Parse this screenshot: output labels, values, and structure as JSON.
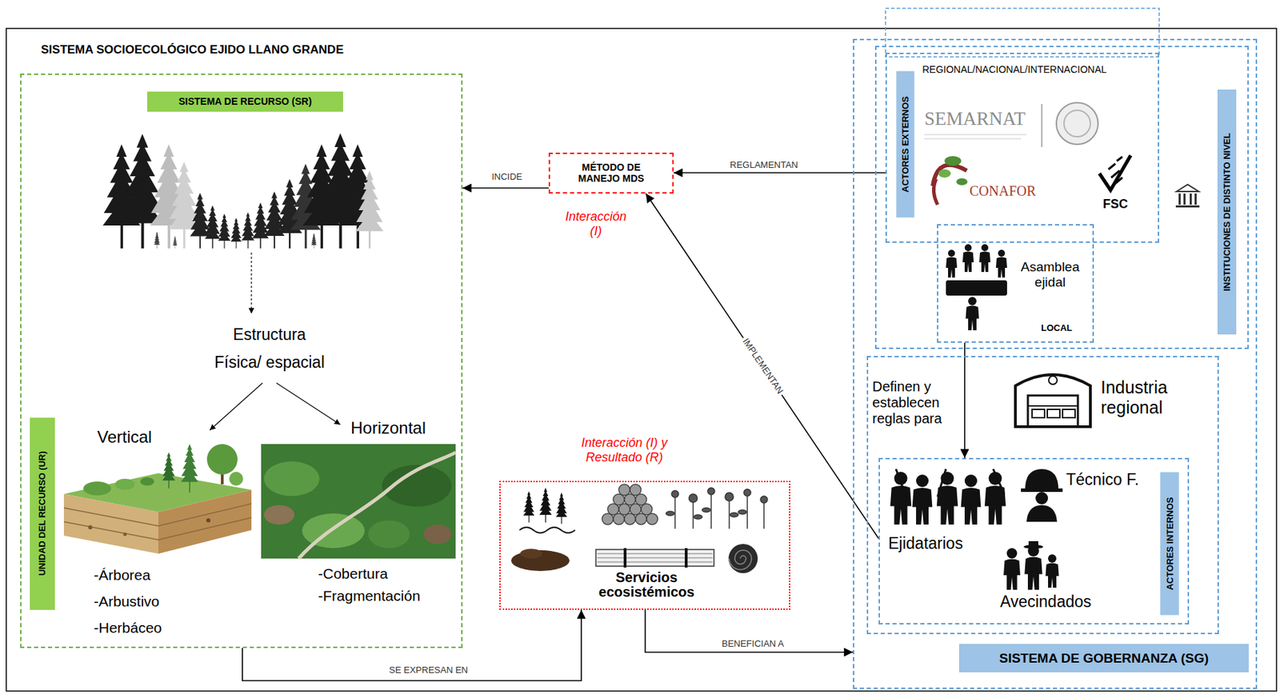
{
  "diagram": {
    "title": "SISTEMA SOCIOECOLÓGICO EJIDO LLANO GRANDE",
    "nodes": [
      {
        "text": [
          "SISTEMA DE RECURSO (SR)"
        ]
      },
      {
        "text": [
          "UNIDAD DEL RECURSO (UR)"
        ],
        "in": 0
      },
      {
        "text": [
          "MÉTODO DE MANEJO MDS",
          "Interacción (I)"
        ]
      },
      {
        "text": [
          "Interacción (I) y Resultado (R)",
          "Servicios ecosistémicos"
        ]
      },
      {
        "text": [
          "SISTEMA DE GOBERNANZA (SG)"
        ]
      },
      {
        "text": [
          "INSTITUCIONES DE DISTINTO NIVEL"
        ],
        "in": 4
      },
      {
        "text": [
          "ACTORES EXTERNOS",
          "REGIONAL/NACIONAL/INTERNACIONAL"
        ],
        "in": 5
      },
      {
        "text": [
          "Asamblea ejidal",
          "LOCAL"
        ],
        "in": 5
      },
      {
        "text": [
          "Industria regional"
        ],
        "in": 4
      },
      {
        "text": [
          "ACTORES INTERNOS",
          "Ejidatarios",
          "Técnico F.",
          "Avecindados"
        ],
        "in": 8
      }
    ],
    "edges": [
      {
        "from": 6,
        "to": 2,
        "label": "REGLAMENTAN",
        "arrow": "to"
      },
      {
        "from": 2,
        "to": 0,
        "label": "INCIDE",
        "arrow": "to"
      },
      {
        "from": 9,
        "to": 2,
        "label": "IMPLEMENTAN",
        "arrow": "to"
      },
      {
        "from": 7,
        "to": 9,
        "label": "Definen y establecen reglas para",
        "arrow": "to"
      },
      {
        "from": 0,
        "to": 3,
        "label": "SE EXPRESAN EN",
        "arrow": "to"
      },
      {
        "from": 3,
        "to": 4,
        "label": "BENEFICIAN A",
        "arrow": "to"
      }
    ],
    "labels": [
      "Estructura Física/ espacial",
      "Vertical",
      "Horizontal",
      "-Árborea",
      "-Arbustivo",
      "-Herbáceo",
      "-Cobertura",
      "-Fragmentación",
      "SEMARNAT",
      "CONAFOR",
      "FSC"
    ]
  }
}
